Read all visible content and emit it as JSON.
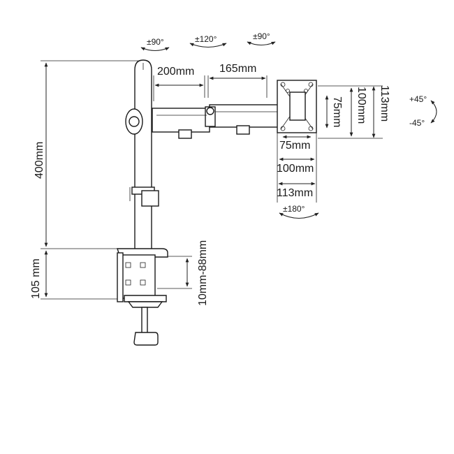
{
  "diagram": {
    "rotation_labels": {
      "arm_pivot": "±90°",
      "mid_joint": "±120°",
      "head_pivot": "±90°",
      "rotate": "±180°",
      "tilt_up": "+45°",
      "tilt_down": "-45°"
    },
    "dimensions": {
      "arm_segment_1": "200mm",
      "arm_segment_2": "165mm",
      "pole_height": "400mm",
      "clamp_height": "105 mm",
      "desk_thickness": "10mm-88mm",
      "vesa_w_75": "75mm",
      "vesa_w_100": "100mm",
      "vesa_w_113": "113mm",
      "vesa_h_75": "75mm",
      "vesa_h_100": "100mm",
      "vesa_h_113": "113mm"
    }
  }
}
